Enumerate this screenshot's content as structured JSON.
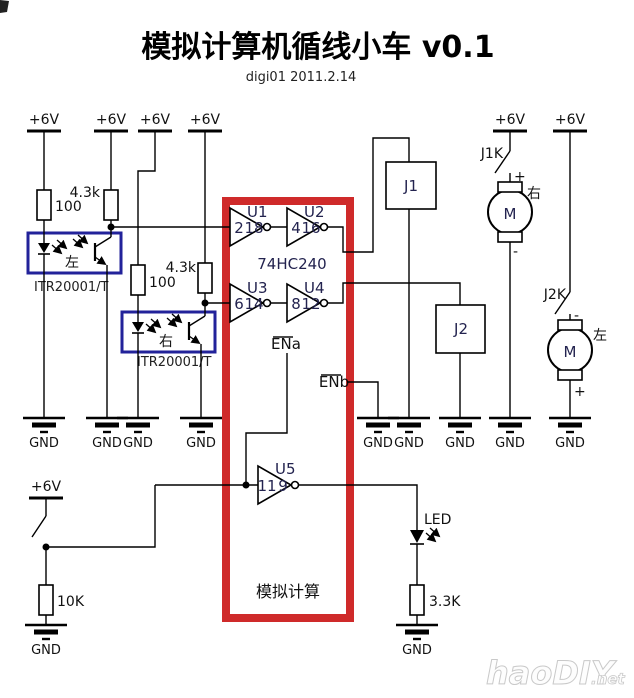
{
  "title": "模拟计算机循线小车 v0.1",
  "subtitle": "digi01 2011.2.14",
  "labels": {
    "power": "+6V",
    "gnd": "GND",
    "ic": "74HC240",
    "module": "模拟计算",
    "ena": "ENa",
    "enb": "ENb",
    "led": "LED",
    "motor": "M",
    "plus": "+",
    "minus": "-",
    "left": "左",
    "right": "右"
  },
  "components": {
    "sensor_part": "ITR20001/T",
    "r_led_left": "100",
    "r_pull_left": "4.3k",
    "r_led_right": "100",
    "r_pull_right": "4.3k",
    "r_pulldown": "10K",
    "r_led_out": "3.3K",
    "relay1": "J1",
    "relay2": "J2",
    "relay1_contact": "J1K",
    "relay2_contact": "J2K"
  },
  "gates": {
    "u1": {
      "name": "U1",
      "pin_in": "2",
      "pin_out": "18"
    },
    "u2": {
      "name": "U2",
      "pin_in": "4",
      "pin_out": "16"
    },
    "u3": {
      "name": "U3",
      "pin_in": "6",
      "pin_out": "14"
    },
    "u4": {
      "name": "U4",
      "pin_in": "8",
      "pin_out": "12"
    },
    "u5": {
      "name": "U5",
      "pin_in": "11",
      "pin_out": "9"
    }
  },
  "colors": {
    "module_frame": "#cf2a2a",
    "sensor_frame": "#22229a",
    "designator_text": "#23234f",
    "wire": "#000000"
  },
  "watermark": {
    "text": "haoDIY",
    "suffix": ".net"
  }
}
